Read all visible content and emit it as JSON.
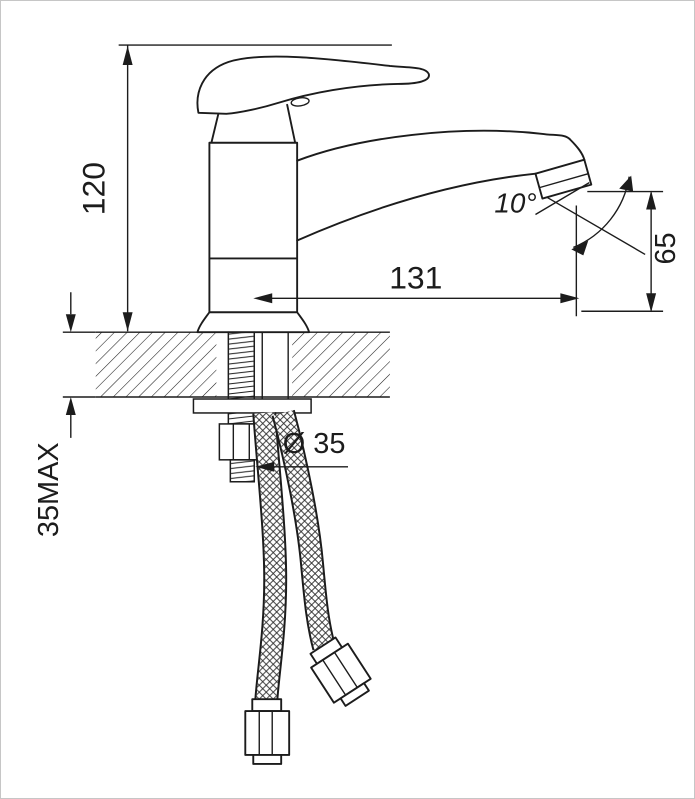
{
  "drawing": {
    "labels": {
      "height": "120",
      "reach": "131",
      "outlet_height": "65",
      "angle": "10°",
      "hole_diameter": "Ø 35",
      "deck_thickness": "35MAX"
    },
    "colors": {
      "line": "#1c1c1c",
      "background": "#ffffff",
      "frame": "#c6c6c6"
    }
  }
}
